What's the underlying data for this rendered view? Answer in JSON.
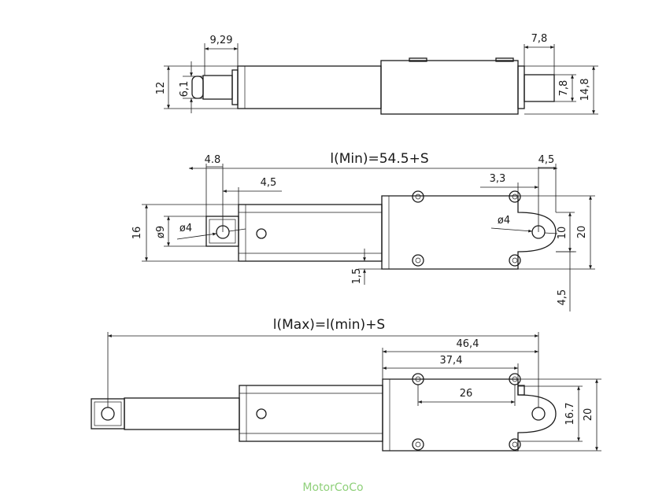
{
  "view_top": {
    "dim_9_29": "9,29",
    "dim_6_1": "6,1",
    "dim_12": "12",
    "dim_7_8_h": "7,8",
    "dim_7_8_v": "7,8",
    "dim_14_8": "14,8"
  },
  "view_middle": {
    "formula": "l(Min)=54.5+S",
    "dim_4_8": "4.8",
    "dim_4_5_top": "4,5",
    "dim_4_5_right": "4,5",
    "dim_3_3": "3,3",
    "dim_16": "16",
    "dim_phi9": "ø9",
    "dim_phi4_left": "ø4",
    "dim_phi4_right": "ø4",
    "dim_10": "10",
    "dim_20": "20",
    "dim_1_5": "1,5",
    "dim_4_5_bottom": "4,5"
  },
  "view_bottom": {
    "formula": "l(Max)=l(min)+S",
    "dim_46_4": "46,4",
    "dim_37_4": "37,4",
    "dim_26": "26",
    "dim_16_7": "16.7",
    "dim_20": "20"
  },
  "watermark": "MotorCoCo"
}
